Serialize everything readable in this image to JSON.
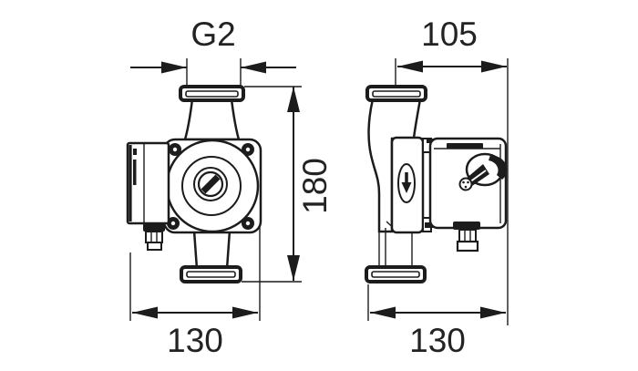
{
  "drawing": {
    "background_color": "#ffffff",
    "line_color": "#1c1c1c",
    "views": {
      "front": {
        "name": "pump front view"
      },
      "side": {
        "name": "pump side view"
      }
    },
    "dimensions": {
      "port_thread": "G2",
      "depth": "105",
      "port_to_port_height": "180",
      "width_front": "130",
      "width_side": "130"
    }
  }
}
